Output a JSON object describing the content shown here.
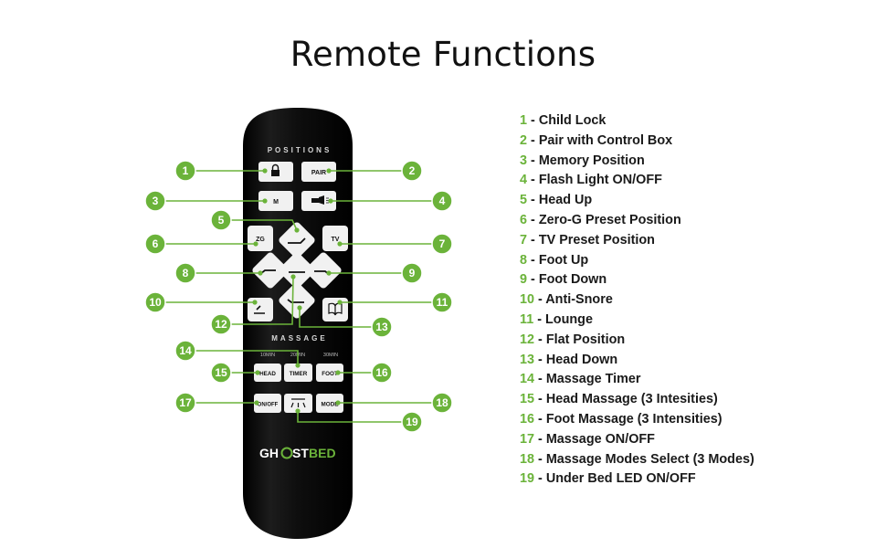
{
  "title": "Remote Functions",
  "remote": {
    "positions_label": "POSITIONS",
    "massage_label": "MASSAGE",
    "brand_left": "GH",
    "brand_mid": "ST",
    "brand_right": "BED",
    "timer_options": [
      "10MIN",
      "20MIN",
      "30MIN"
    ],
    "buttons": {
      "pair": "PAIR",
      "memory": "M",
      "zero_g": "ZG",
      "tv": "TV",
      "head": "HEAD",
      "timer": "TIMER",
      "foot": "FOOT",
      "on_off": "ON/OFF",
      "mode": "MODE"
    }
  },
  "colors": {
    "accent": "#6bb33a",
    "remote_body": "#0b0b0b",
    "button": "#f1f1f1"
  },
  "callouts": [
    "1",
    "2",
    "3",
    "4",
    "5",
    "6",
    "7",
    "8",
    "9",
    "10",
    "11",
    "12",
    "13",
    "14",
    "15",
    "16",
    "17",
    "18",
    "19"
  ],
  "legend": [
    {
      "num": "1",
      "text": "Child Lock"
    },
    {
      "num": "2",
      "text": "Pair with Control Box"
    },
    {
      "num": "3",
      "text": "Memory Position"
    },
    {
      "num": "4",
      "text": "Flash Light ON/OFF"
    },
    {
      "num": "5",
      "text": "Head Up"
    },
    {
      "num": "6",
      "text": "Zero-G Preset Position"
    },
    {
      "num": "7",
      "text": "TV Preset Position"
    },
    {
      "num": "8",
      "text": "Foot Up"
    },
    {
      "num": "9",
      "text": "Foot Down"
    },
    {
      "num": "10",
      "text": "Anti-Snore"
    },
    {
      "num": "11",
      "text": "Lounge"
    },
    {
      "num": "12",
      "text": "Flat Position"
    },
    {
      "num": "13",
      "text": "Head Down"
    },
    {
      "num": "14",
      "text": "Massage Timer"
    },
    {
      "num": "15",
      "text": "Head Massage (3 Intesities)"
    },
    {
      "num": "16",
      "text": "Foot Massage (3 Intensities)"
    },
    {
      "num": "17",
      "text": "Massage ON/OFF"
    },
    {
      "num": "18",
      "text": "Massage Modes Select (3 Modes)"
    },
    {
      "num": "19",
      "text": "Under Bed LED ON/OFF"
    }
  ]
}
